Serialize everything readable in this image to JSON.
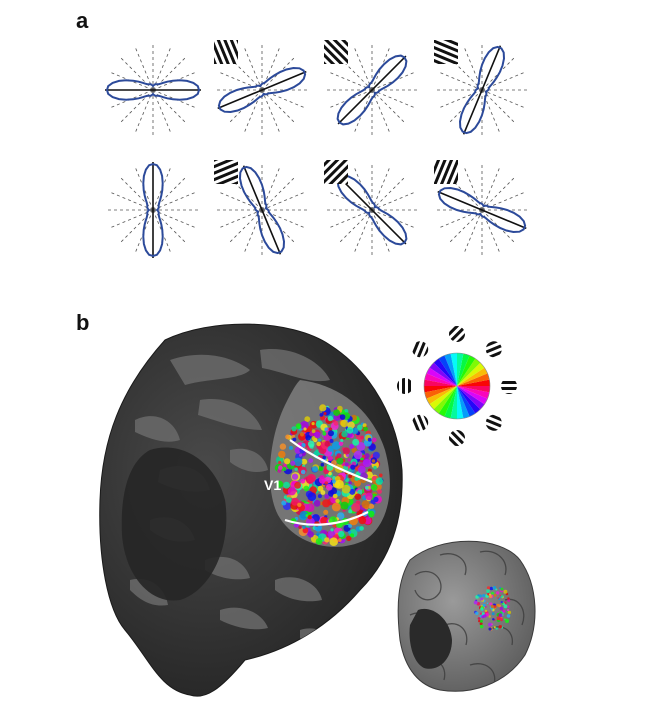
{
  "panels": {
    "a": {
      "label": "a"
    },
    "b": {
      "label": "b",
      "region_label": "V1"
    }
  },
  "polar_plots": [
    {
      "preferred_orientation_deg": 0,
      "stimulus_icon": "none"
    },
    {
      "preferred_orientation_deg": 22.5,
      "stimulus_icon": "grating-22deg"
    },
    {
      "preferred_orientation_deg": 45,
      "stimulus_icon": "grating-45deg"
    },
    {
      "preferred_orientation_deg": 67.5,
      "stimulus_icon": "grating-67deg"
    },
    {
      "preferred_orientation_deg": 90,
      "stimulus_icon": "none"
    },
    {
      "preferred_orientation_deg": 112.5,
      "stimulus_icon": "grating-112deg"
    },
    {
      "preferred_orientation_deg": 135,
      "stimulus_icon": "grating-135deg"
    },
    {
      "preferred_orientation_deg": 157.5,
      "stimulus_icon": "grating-157deg"
    }
  ],
  "colors": {
    "tuning_curve": "#2c4a9a",
    "brain_dark": "#2f2f2f",
    "brain_light": "#6e6e6e"
  },
  "orientation_legend": {
    "type": "color-wheel",
    "icon_orientations_deg": [
      0,
      45,
      90,
      135,
      180,
      225,
      270,
      315
    ]
  }
}
